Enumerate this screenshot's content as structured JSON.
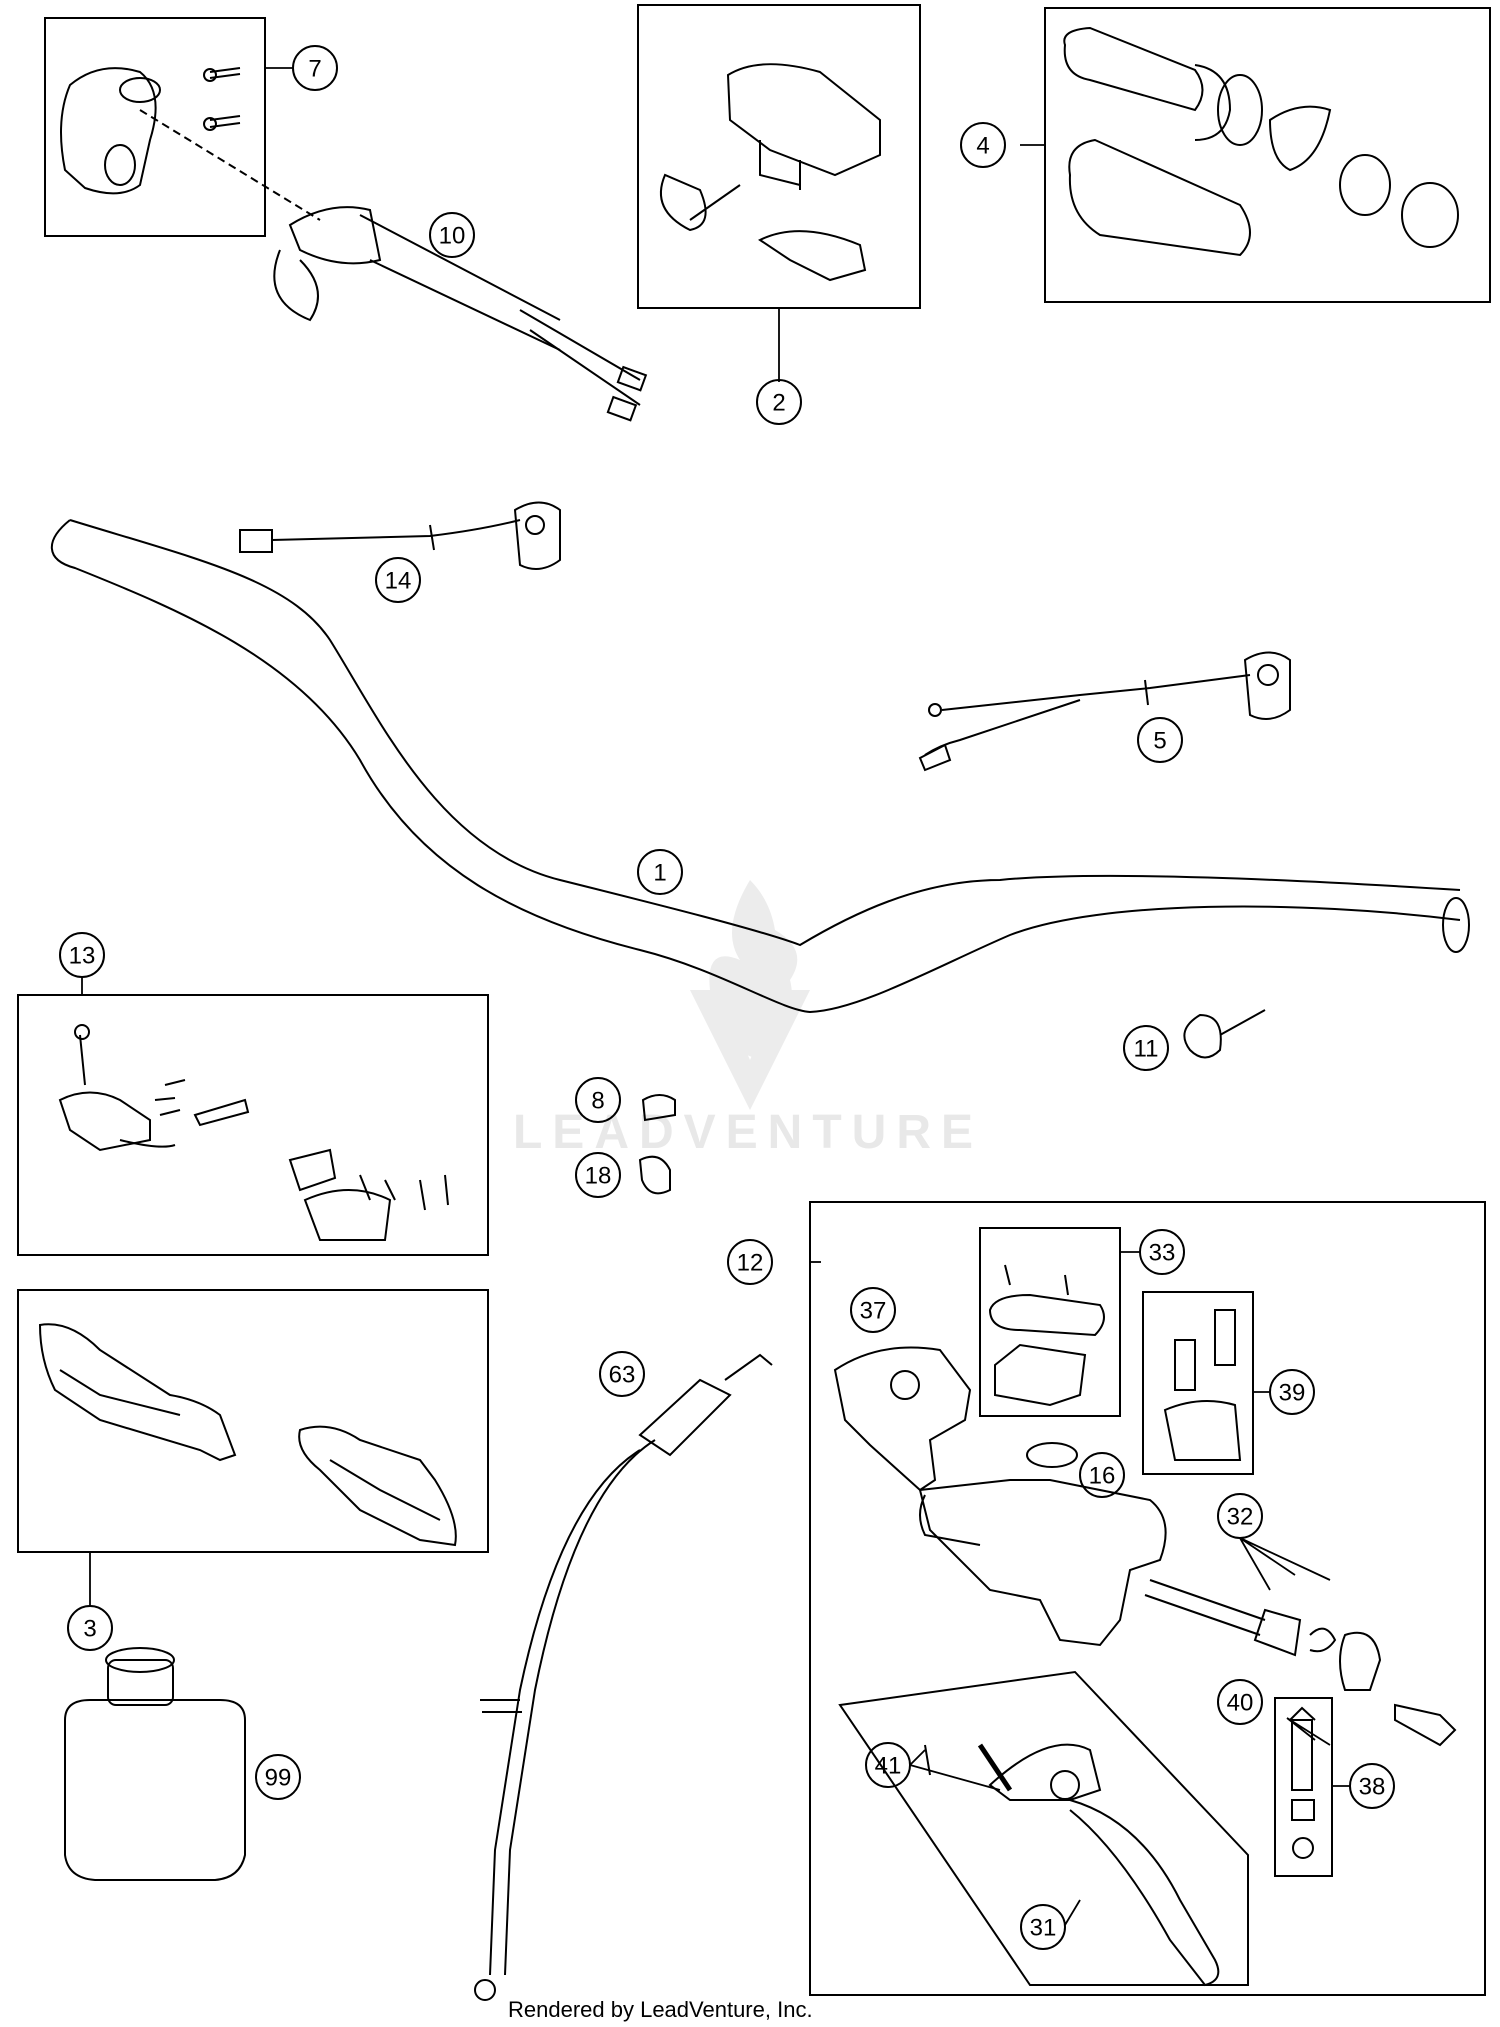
{
  "callouts": {
    "c1": "1",
    "c2": "2",
    "c3": "3",
    "c4": "4",
    "c5": "5",
    "c7": "7",
    "c8": "8",
    "c10": "10",
    "c11": "11",
    "c12": "12",
    "c13": "13",
    "c14": "14",
    "c16": "16",
    "c18": "18",
    "c31": "31",
    "c32": "32",
    "c33": "33",
    "c37": "37",
    "c38": "38",
    "c39": "39",
    "c40": "40",
    "c41": "41",
    "c63": "63",
    "c99": "99"
  },
  "watermark": {
    "text": "LEADVENTURE"
  },
  "footer": {
    "text": "Rendered by LeadVenture, Inc."
  },
  "colors": {
    "line": "#000000",
    "watermark": "#e6e6e6",
    "background": "#ffffff"
  }
}
